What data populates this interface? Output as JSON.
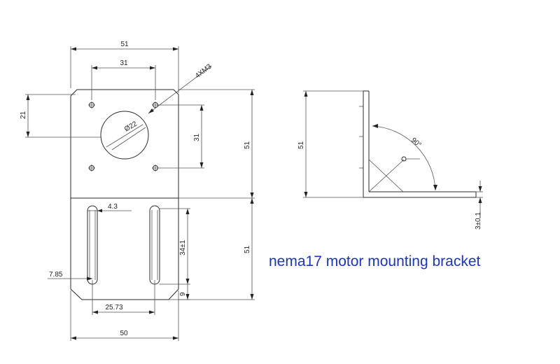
{
  "title": "nema17 motor mounting bracket",
  "colors": {
    "title": "#1a33c8",
    "lines": "#2a2a2a",
    "background": "#ffffff"
  },
  "dimensions": {
    "top_width": "51",
    "hole_spacing_h": "31",
    "hole_label": "4XM3",
    "left_offset": "21",
    "bore": "Ø22",
    "hole_spacing_v": "31",
    "upper_height": "51",
    "slot_width": "4.3",
    "slot_length": "34±1",
    "lower_height": "51",
    "slot_offset": "7.85",
    "slot_spacing": "25.73",
    "bottom_offset": "9",
    "bottom_width": "50",
    "side_height": "51",
    "angle": "90°",
    "thickness": "3±0.1"
  }
}
